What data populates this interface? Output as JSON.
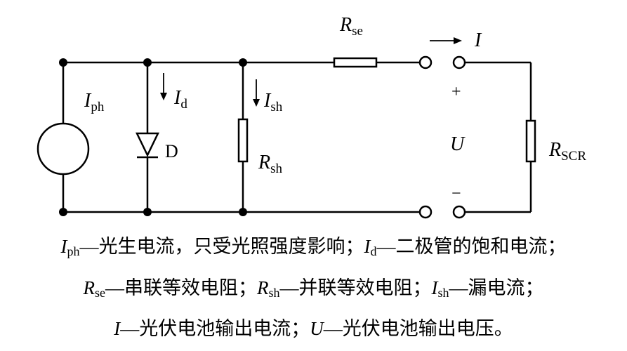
{
  "diagram": {
    "labels": {
      "iph_main": "I",
      "iph_sub": "ph",
      "id_main": "I",
      "id_sub": "d",
      "ish_main": "I",
      "ish_sub": "sh",
      "rsh_main": "R",
      "rsh_sub": "sh",
      "rse_main": "R",
      "rse_sub": "se",
      "i_out": "I",
      "diode": "D",
      "plus": "+",
      "u": "U",
      "minus": "−",
      "rscr_main": "R",
      "rscr_sub": "SCR"
    }
  },
  "legend": {
    "line1": {
      "a_main": "I",
      "a_sub": "ph",
      "a_text": "—光生电流，只受光照强度影响；",
      "b_main": "I",
      "b_sub": "d",
      "b_text": "—二极管的饱和电流；"
    },
    "line2": {
      "a_main": "R",
      "a_sub": "se",
      "a_text": "—串联等效电阻；",
      "b_main": "R",
      "b_sub": "sh",
      "b_text": "—并联等效电阻；",
      "c_main": "I",
      "c_sub": "sh",
      "c_text": "—漏电流；"
    },
    "line3": {
      "a_main": "I",
      "a_text": "—光伏电池输出电流；",
      "b_main": "U",
      "b_text": "—光伏电池输出电压。"
    }
  }
}
